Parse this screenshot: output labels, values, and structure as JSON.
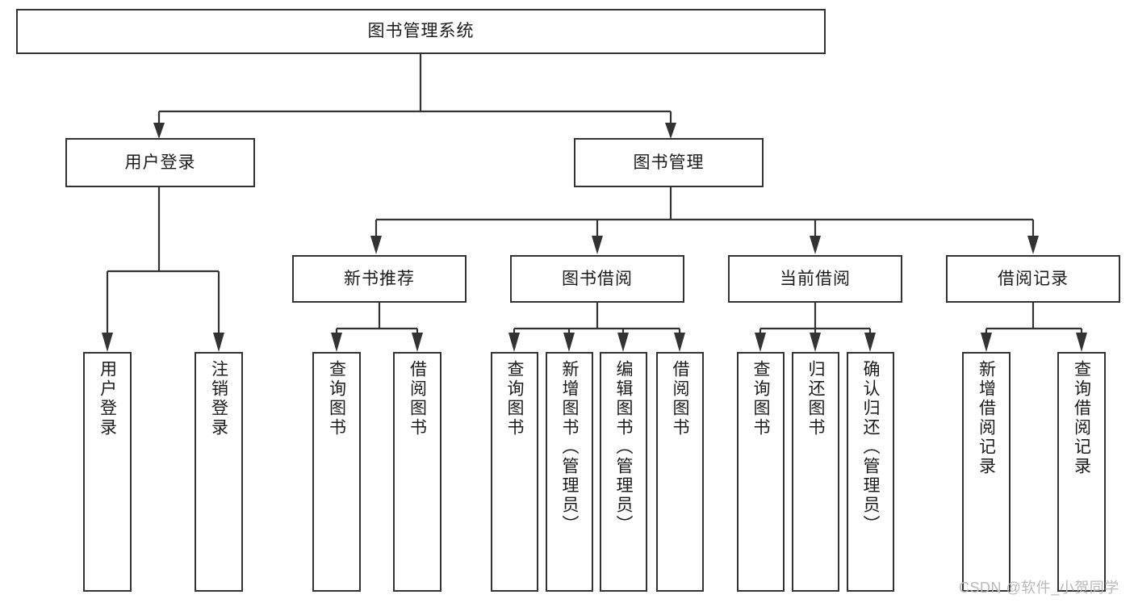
{
  "diagram": {
    "type": "tree",
    "title": "图书管理系统",
    "root": {
      "id": "root",
      "label": "图书管理系统"
    },
    "level1": [
      {
        "id": "user-login",
        "label": "用户登录"
      },
      {
        "id": "book-manage",
        "label": "图书管理"
      }
    ],
    "level2": [
      {
        "id": "new-book-rec",
        "label": "新书推荐",
        "parent": "book-manage"
      },
      {
        "id": "book-borrow",
        "label": "图书借阅",
        "parent": "book-manage"
      },
      {
        "id": "current-borrow",
        "label": "当前借阅",
        "parent": "book-manage"
      },
      {
        "id": "borrow-record",
        "label": "借阅记录",
        "parent": "book-manage"
      }
    ],
    "leaves": [
      {
        "id": "leaf-user-login",
        "label": "用户登录",
        "parent": "user-login"
      },
      {
        "id": "leaf-logout",
        "label": "注销登录",
        "parent": "user-login"
      },
      {
        "id": "leaf-query-book-1",
        "label": "查询图书",
        "parent": "new-book-rec"
      },
      {
        "id": "leaf-borrow-book-1",
        "label": "借阅图书",
        "parent": "new-book-rec"
      },
      {
        "id": "leaf-query-book-2",
        "label": "查询图书",
        "parent": "book-borrow"
      },
      {
        "id": "leaf-add-book",
        "label": "新增图书（管理员）",
        "parent": "book-borrow"
      },
      {
        "id": "leaf-edit-book",
        "label": "编辑图书（管理员）",
        "parent": "book-borrow"
      },
      {
        "id": "leaf-borrow-book-2",
        "label": "借阅图书",
        "parent": "book-borrow"
      },
      {
        "id": "leaf-query-book-3",
        "label": "查询图书",
        "parent": "current-borrow"
      },
      {
        "id": "leaf-return-book",
        "label": "归还图书",
        "parent": "current-borrow"
      },
      {
        "id": "leaf-confirm-return",
        "label": "确认归还（管理员）",
        "parent": "current-borrow"
      },
      {
        "id": "leaf-add-record",
        "label": "新增借阅记录",
        "parent": "borrow-record"
      },
      {
        "id": "leaf-query-record",
        "label": "查询借阅记录",
        "parent": "borrow-record"
      }
    ]
  },
  "watermark": {
    "text": "CSDN @软件_小贺同学"
  },
  "colors": {
    "border": "#333333",
    "background": "#ffffff",
    "text": "#1b1b1b",
    "watermark": "#b9b9b9"
  }
}
